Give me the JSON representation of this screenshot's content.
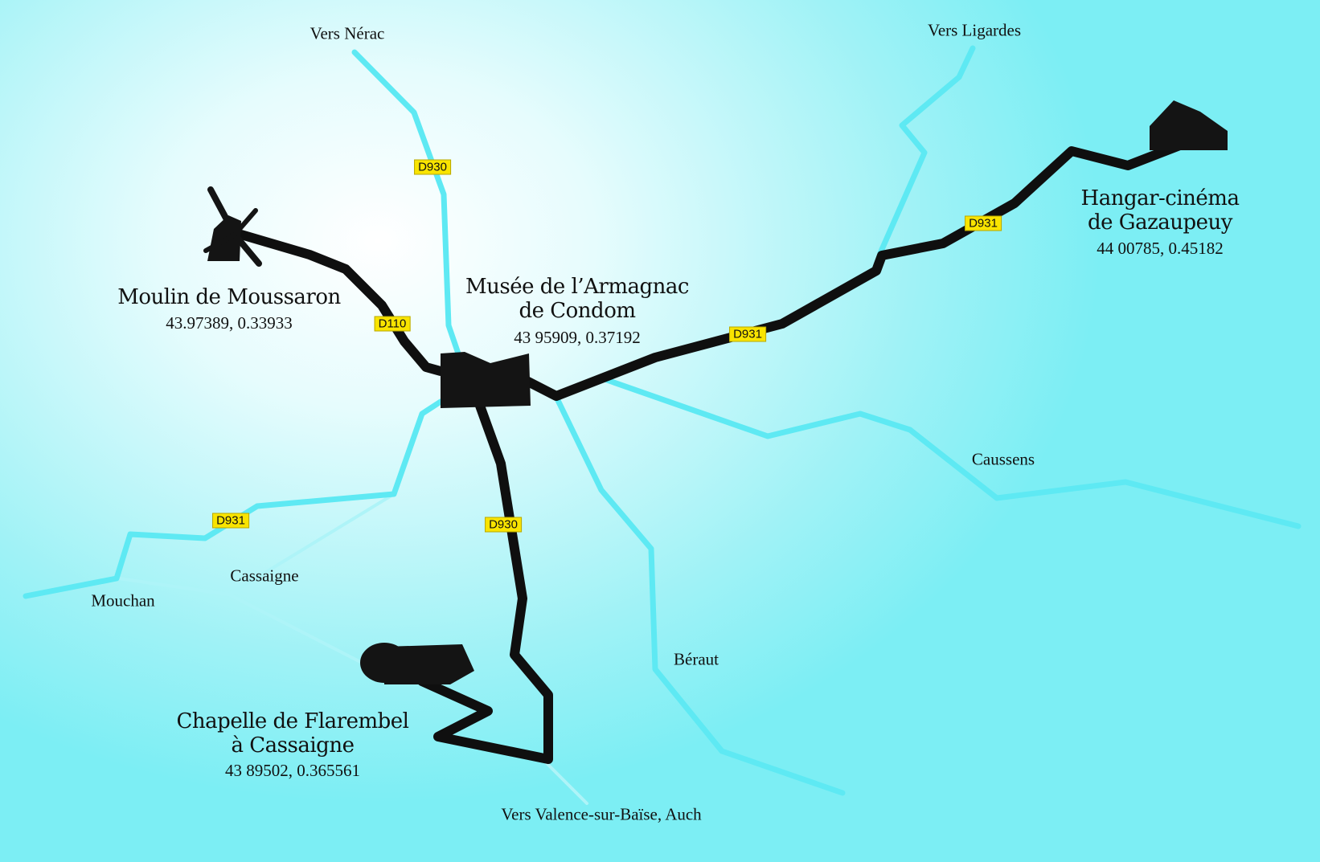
{
  "places": {
    "nerac": "Vers Nérac",
    "ligardes": "Vers Ligardes",
    "caussens": "Caussens",
    "cassaigne": "Cassaigne",
    "mouchan": "Mouchan",
    "beraut": "Béraut",
    "valence": "Vers Valence-sur-Baïse, Auch"
  },
  "roads": {
    "d930_north": "D930",
    "d930_south": "D930",
    "d110": "D110",
    "d931_east_1": "D931",
    "d931_east_2": "D931",
    "d931_west": "D931"
  },
  "poi": {
    "moulin": {
      "title_1": "Moulin de Moussaron",
      "coords": "43.97389, 0.33933",
      "icon": "windmill-icon"
    },
    "musee": {
      "title_1": "Musée de l’Armagnac",
      "title_2": "de Condom",
      "coords": "43 95909, 0.37192",
      "icon": "building-icon"
    },
    "hangar": {
      "title_1": "Hangar-cinéma",
      "title_2": "de Gazaupeuy",
      "coords": "44 00785, 0.45182",
      "icon": "hangar-icon"
    },
    "chapelle": {
      "title_1": "Chapelle de Flarembel",
      "title_2": "à Cassaigne",
      "coords": "43 89502, 0.365561",
      "icon": "chapel-icon"
    }
  },
  "colors": {
    "road": "#5ee9f3",
    "route": "#0f0f0f",
    "badge": "#f9e400",
    "background": "#9ff2f6"
  }
}
